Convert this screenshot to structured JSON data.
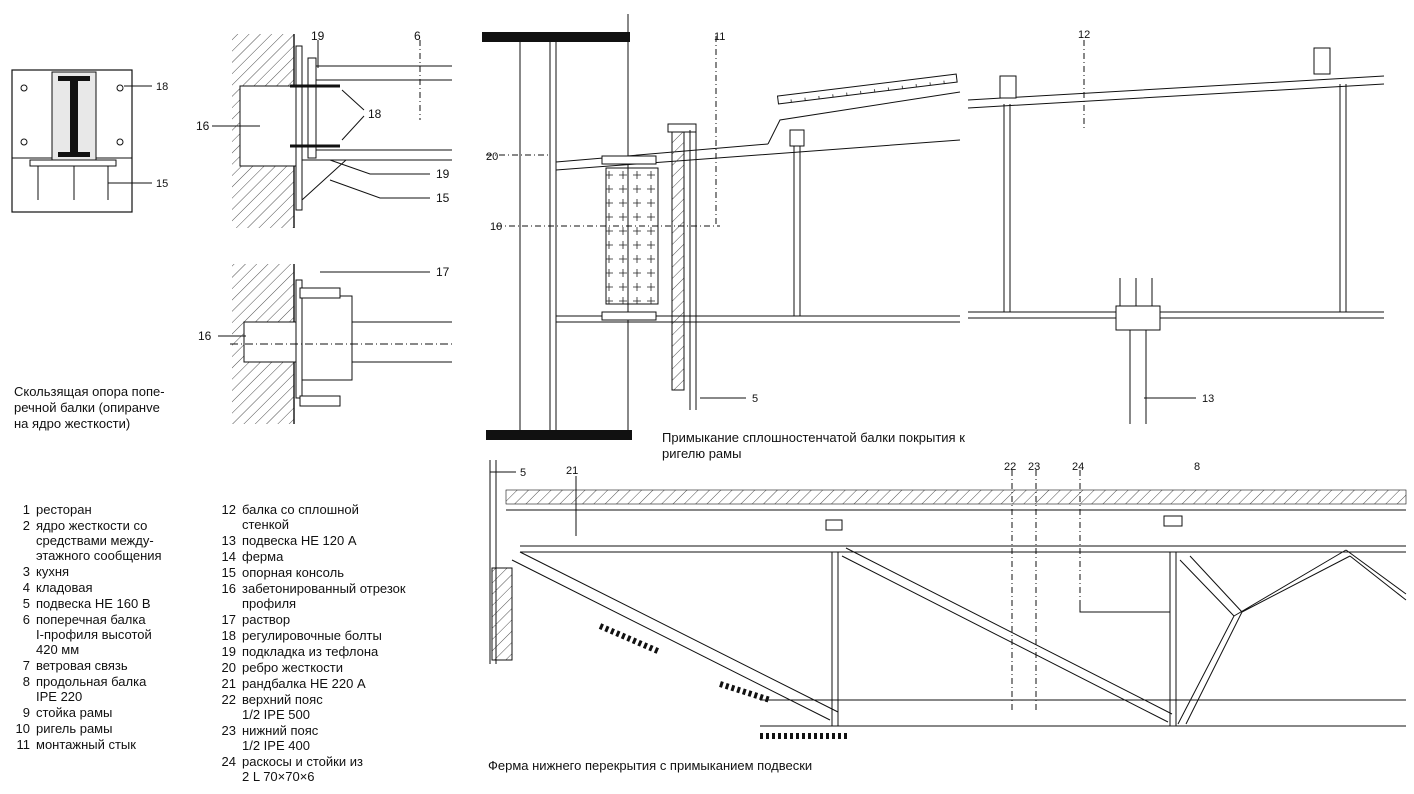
{
  "captions": {
    "sliding_support": "Скользящая опора попе-\nречной балки (опиранvе\nна ядро жесткости)",
    "beam_junction": "Примыкание сплошностенчатой балки покрытия к\nригелю рамы",
    "truss": "Ферма нижнего перекрытия с примыканием подвески"
  },
  "legend_col1": [
    {
      "num": "1",
      "text": "ресторан"
    },
    {
      "num": "2",
      "text": "ядро жесткости со\nсредствами между-\nэтажного сообщения"
    },
    {
      "num": "3",
      "text": "кухня"
    },
    {
      "num": "4",
      "text": "кладовая"
    },
    {
      "num": "5",
      "text": "подвеска НЕ 160 В"
    },
    {
      "num": "6",
      "text": "поперечная балка\nI-профиля высотой\n420 мм"
    },
    {
      "num": "7",
      "text": "ветровая связь"
    },
    {
      "num": "8",
      "text": "продольная балка\nIPE 220"
    },
    {
      "num": "9",
      "text": "стойка рамы"
    },
    {
      "num": "10",
      "text": "ригель рамы"
    },
    {
      "num": "11",
      "text": "монтажный стык"
    }
  ],
  "legend_col2": [
    {
      "num": "12",
      "text": "балка со сплошной\nстенкой"
    },
    {
      "num": "13",
      "text": "подвеска НЕ 120 А"
    },
    {
      "num": "14",
      "text": "ферма"
    },
    {
      "num": "15",
      "text": "опорная консоль"
    },
    {
      "num": "16",
      "text": "забетонированный отрезок\nпрофиля"
    },
    {
      "num": "17",
      "text": "раствор"
    },
    {
      "num": "18",
      "text": "регулировочные болты"
    },
    {
      "num": "19",
      "text": "подкладка из тефлона"
    },
    {
      "num": "20",
      "text": "ребро жесткости"
    },
    {
      "num": "21",
      "text": "рандбалка НЕ 220 А"
    },
    {
      "num": "22",
      "text": "верхний пояс\n1/2 IPE 500"
    },
    {
      "num": "23",
      "text": "нижний пояс\n1/2 IPE 400"
    },
    {
      "num": "24",
      "text": "раскосы и стойки из\n2 L 70×70×6"
    }
  ],
  "callouts": {
    "c18a": "18",
    "c15a": "15",
    "c19a": "19",
    "c6": "6",
    "c16a": "16",
    "c18b": "18",
    "c19b": "19",
    "c15b": "15",
    "c17": "17",
    "c16b": "16",
    "c20": "20",
    "c10": "10",
    "c11": "11",
    "c12": "12",
    "c5a": "5",
    "c13": "13",
    "c5b": "5",
    "c21": "21",
    "c22": "22",
    "c23": "23",
    "c24": "24",
    "c8": "8"
  }
}
